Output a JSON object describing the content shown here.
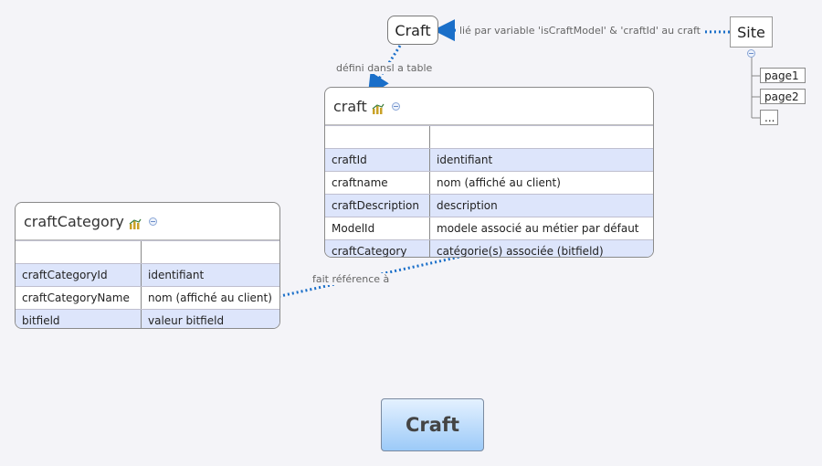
{
  "topic": {
    "craft_node": "Craft",
    "site_node": "Site",
    "central": "Craft"
  },
  "relations": {
    "linked_by_variable": "lié par variable 'isCraftModel' & 'craftId' au craft",
    "defined_in_table": "défini dansl a table",
    "refers_to": "fait référence à"
  },
  "site_pages": [
    "page1",
    "page2",
    "..."
  ],
  "craft_table": {
    "title": "craft",
    "header": [
      "",
      ""
    ],
    "rows": [
      [
        "craftId",
        "identifiant"
      ],
      [
        "craftname",
        "nom (affiché au client)"
      ],
      [
        "craftDescription",
        "description"
      ],
      [
        "ModelId",
        "modele associé au métier par défaut"
      ],
      [
        "craftCategory",
        "catégorie(s) associée (bitfield)"
      ]
    ]
  },
  "category_table": {
    "title": "craftCategory",
    "header": [
      "",
      ""
    ],
    "rows": [
      [
        "craftCategoryId",
        "identifiant"
      ],
      [
        "craftCategoryName",
        "nom (affiché au client)"
      ],
      [
        "bitfield",
        "valeur bitfield"
      ]
    ]
  },
  "colors": {
    "connector": "#1a6fc9",
    "row_alt": "#dde5fb",
    "central_top": "#e4f1ff",
    "central_bottom": "#9ccaf8"
  },
  "icons": [
    "chart-icon",
    "collapse-icon",
    "arrow-head-icon"
  ]
}
